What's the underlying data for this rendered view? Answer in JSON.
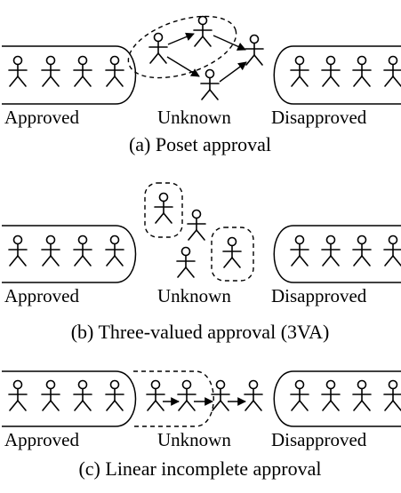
{
  "panels": [
    {
      "caption": "(a) Poset approval",
      "labels": {
        "approved": "Approved",
        "unknown": "Unknown",
        "disapproved": "Disapproved"
      }
    },
    {
      "caption": "(b) Three-valued approval (3VA)",
      "labels": {
        "approved": "Approved",
        "unknown": "Unknown",
        "disapproved": "Disapproved"
      }
    },
    {
      "caption": "(c) Linear incomplete approval",
      "labels": {
        "approved": "Approved",
        "unknown": "Unknown",
        "disapproved": "Disapproved"
      }
    }
  ],
  "colors": {
    "line": "#000000",
    "background": "#ffffff"
  },
  "icons": {
    "voter": "stick-figure-icon"
  }
}
